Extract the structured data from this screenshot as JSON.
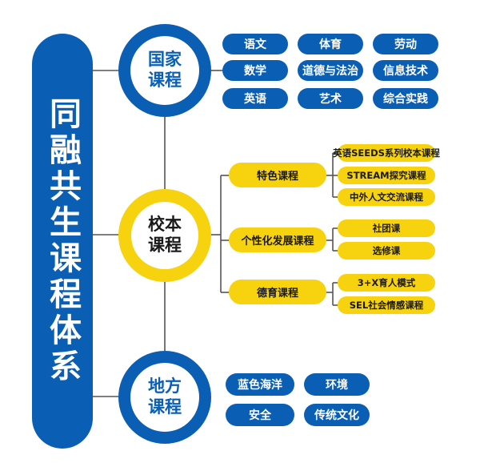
{
  "title": "同融共生课程体系",
  "national": {
    "label": "国家课程",
    "items": [
      "语文",
      "体育",
      "劳动",
      "数学",
      "道德与法治",
      "信息技术",
      "英语",
      "艺术",
      "综合实践"
    ]
  },
  "school": {
    "label": "校本课程",
    "groups": [
      {
        "label": "特色课程",
        "items": [
          "英语SEEDS系列校本课程",
          "STREAM探究课程",
          "中外人文交流课程"
        ]
      },
      {
        "label": "个性化发展课程",
        "items": [
          "社团课",
          "选修课"
        ]
      },
      {
        "label": "德育课程",
        "items": [
          "3+X育人模式",
          "SEL社会情感课程"
        ]
      }
    ]
  },
  "local": {
    "label": "地方课程",
    "items": [
      "蓝色海洋",
      "环境",
      "安全",
      "传统文化"
    ]
  },
  "colors": {
    "blue": "#0a5fb4",
    "yellow": "#f7d20e",
    "line": "#555555"
  }
}
